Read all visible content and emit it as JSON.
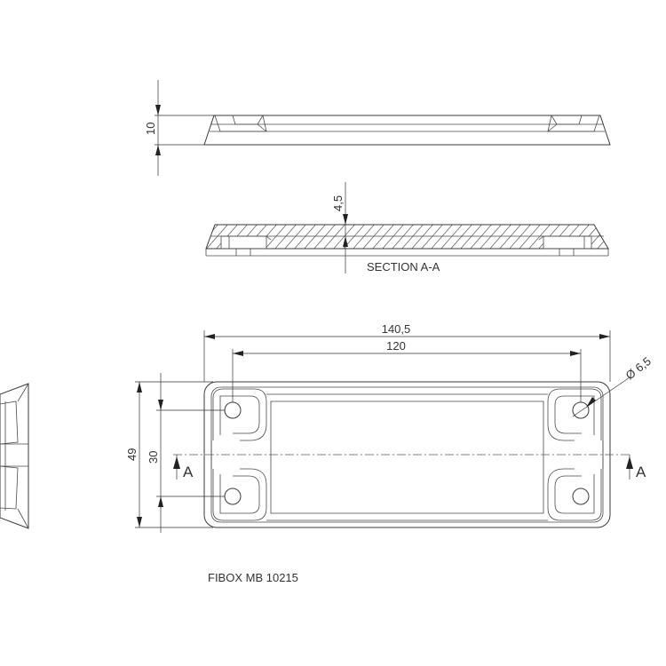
{
  "dimensions": {
    "height_10": "10",
    "thickness_4_5": "4,5",
    "length_140_5": "140,5",
    "hole_spacing_120": "120",
    "hole_diameter": "Ø 6,5",
    "width_49": "49",
    "hole_spacing_30": "30"
  },
  "section": {
    "label": "SECTION A-A",
    "marker_left": "A",
    "marker_right": "A"
  },
  "caption": "FIBOX MB 10215"
}
